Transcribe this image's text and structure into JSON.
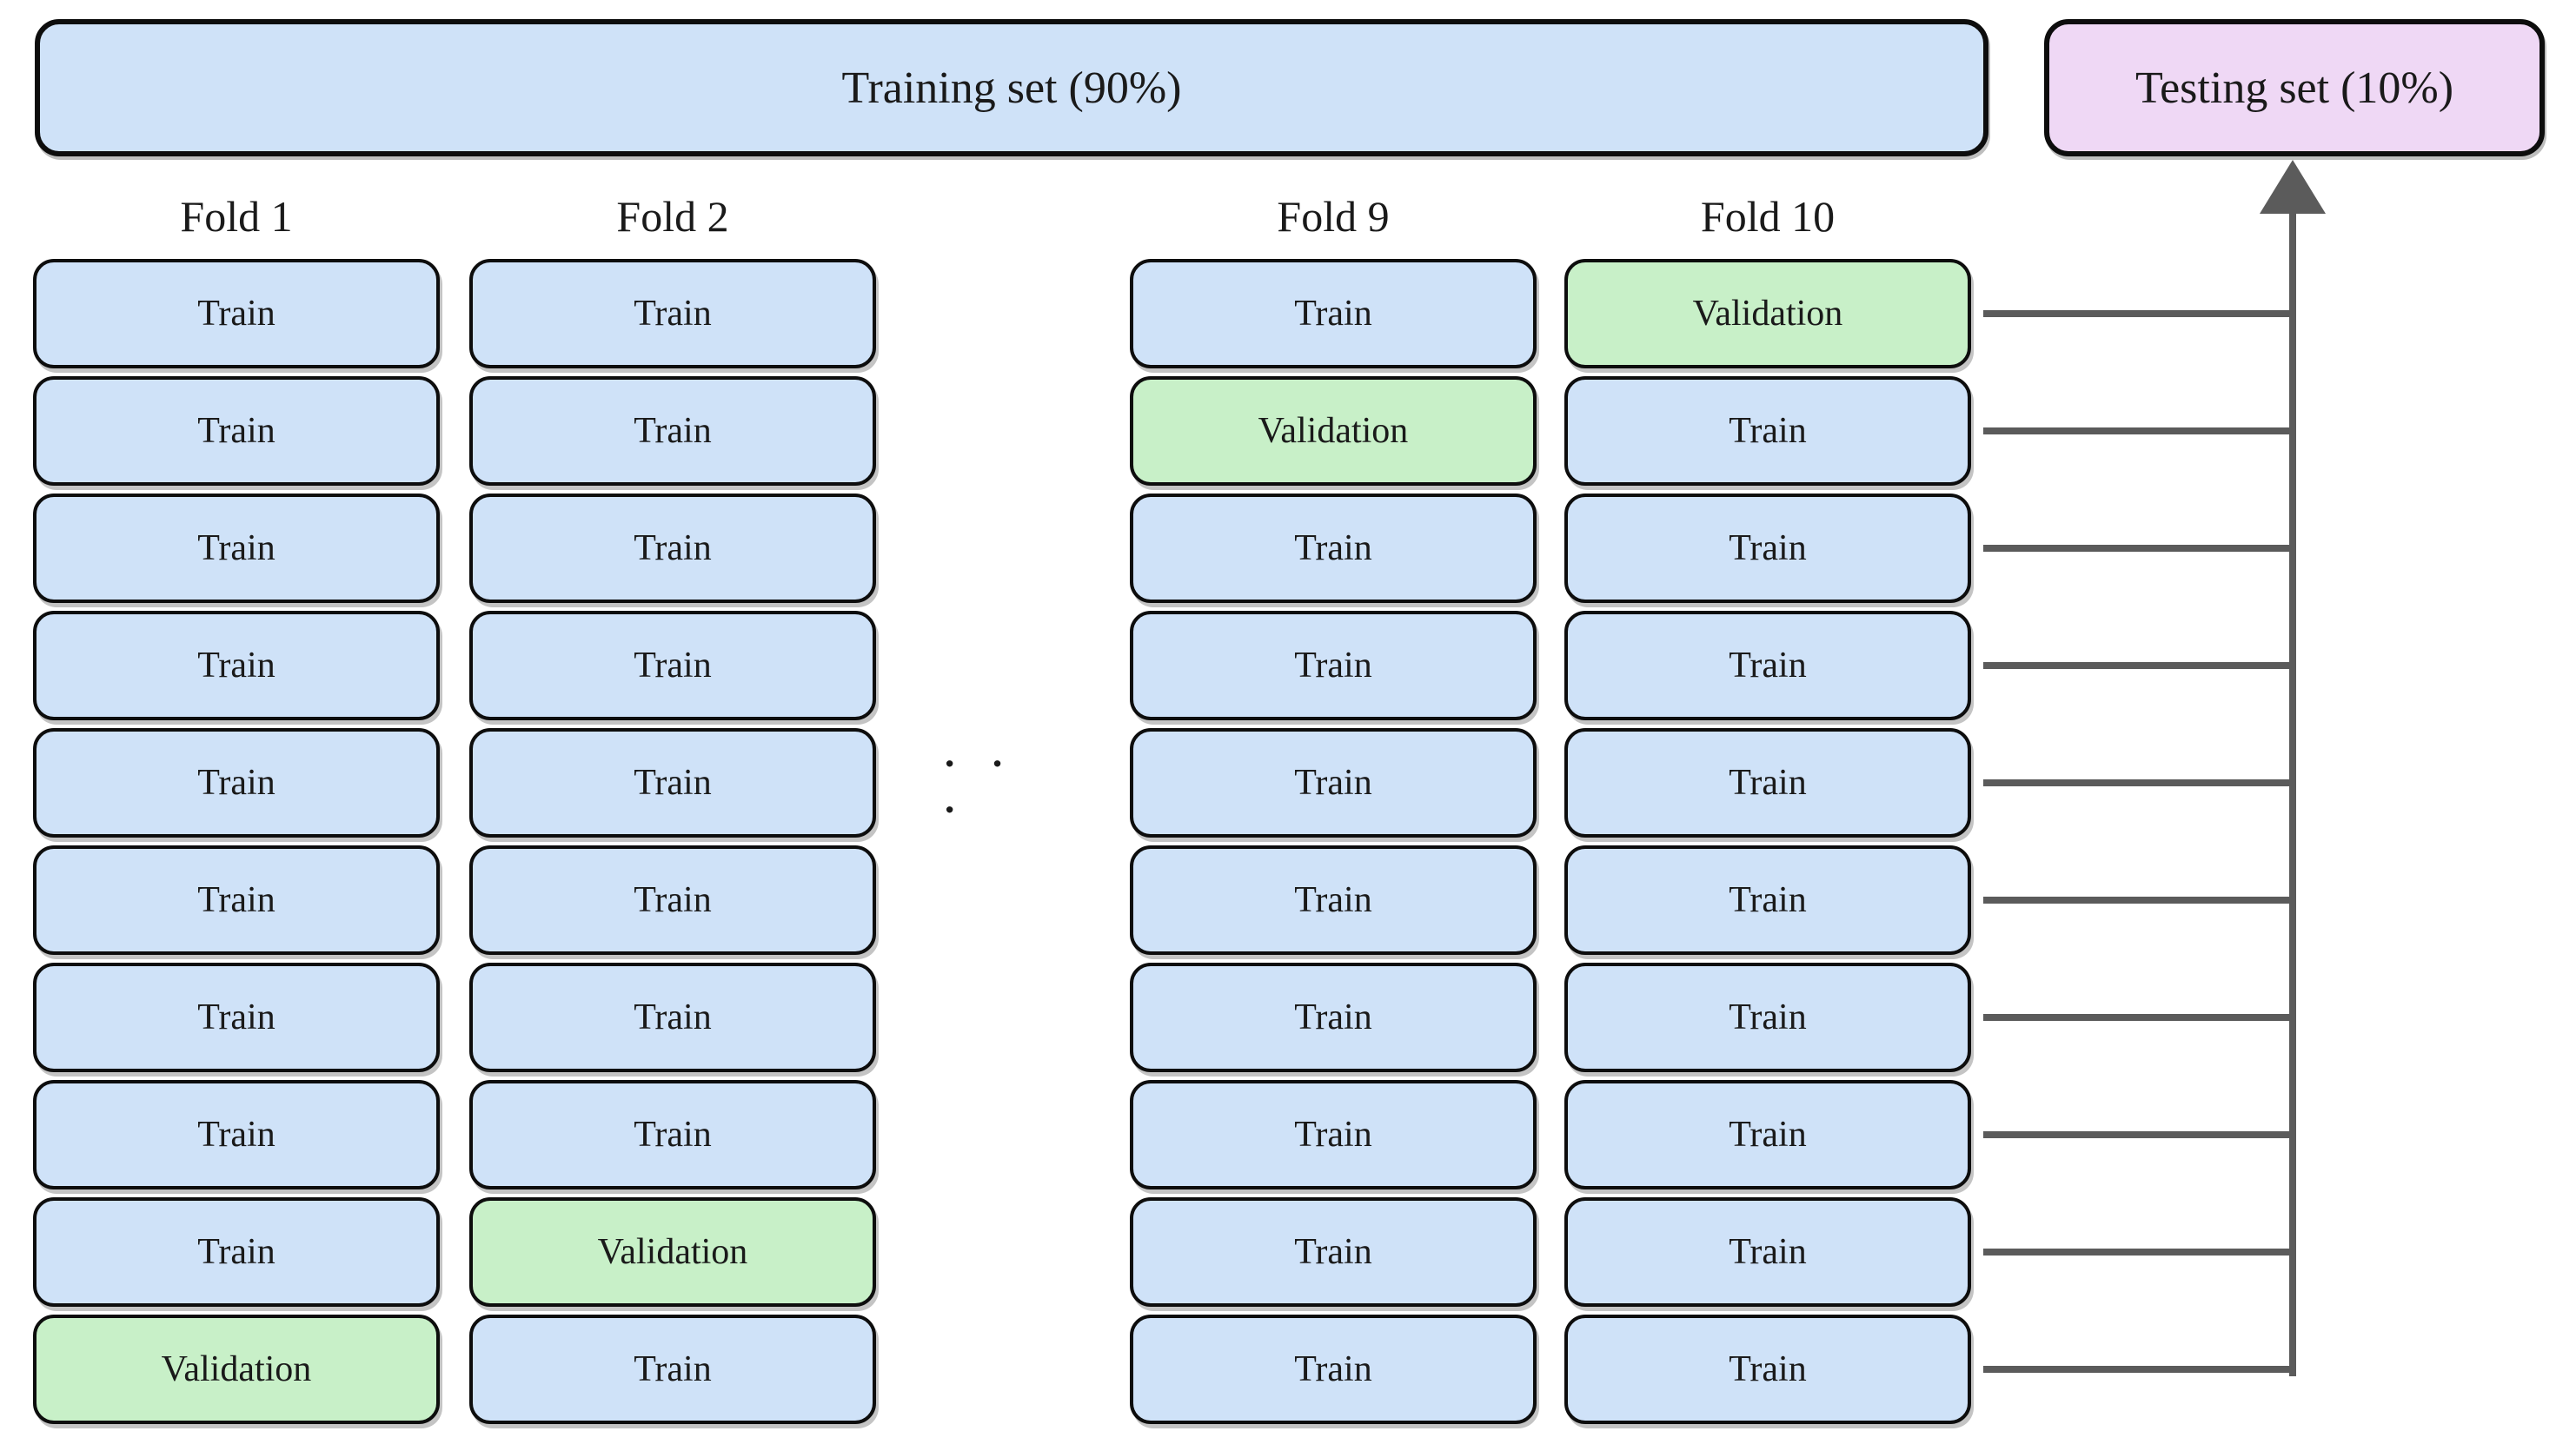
{
  "header": {
    "training_set_label": "Training set (90%)",
    "testing_set_label": "Testing set (10%)"
  },
  "ellipsis": "· · ·",
  "folds": [
    {
      "label": "Fold 1",
      "boxes": [
        "Train",
        "Train",
        "Train",
        "Train",
        "Train",
        "Train",
        "Train",
        "Train",
        "Train",
        "Validation"
      ]
    },
    {
      "label": "Fold 2",
      "boxes": [
        "Train",
        "Train",
        "Train",
        "Train",
        "Train",
        "Train",
        "Train",
        "Train",
        "Validation",
        "Train"
      ]
    },
    {
      "label": "Fold 9",
      "boxes": [
        "Train",
        "Validation",
        "Train",
        "Train",
        "Train",
        "Train",
        "Train",
        "Train",
        "Train",
        "Train"
      ]
    },
    {
      "label": "Fold 10",
      "boxes": [
        "Validation",
        "Train",
        "Train",
        "Train",
        "Train",
        "Train",
        "Train",
        "Train",
        "Train",
        "Train"
      ]
    }
  ],
  "colors": {
    "train_fill": "#cfe2f8",
    "validation_fill": "#c8f0c8",
    "testing_fill": "#efd8f5",
    "box_border": "#0d0d0d",
    "connector_gray": "#5b5b5b",
    "text": "#1a1a1a"
  }
}
